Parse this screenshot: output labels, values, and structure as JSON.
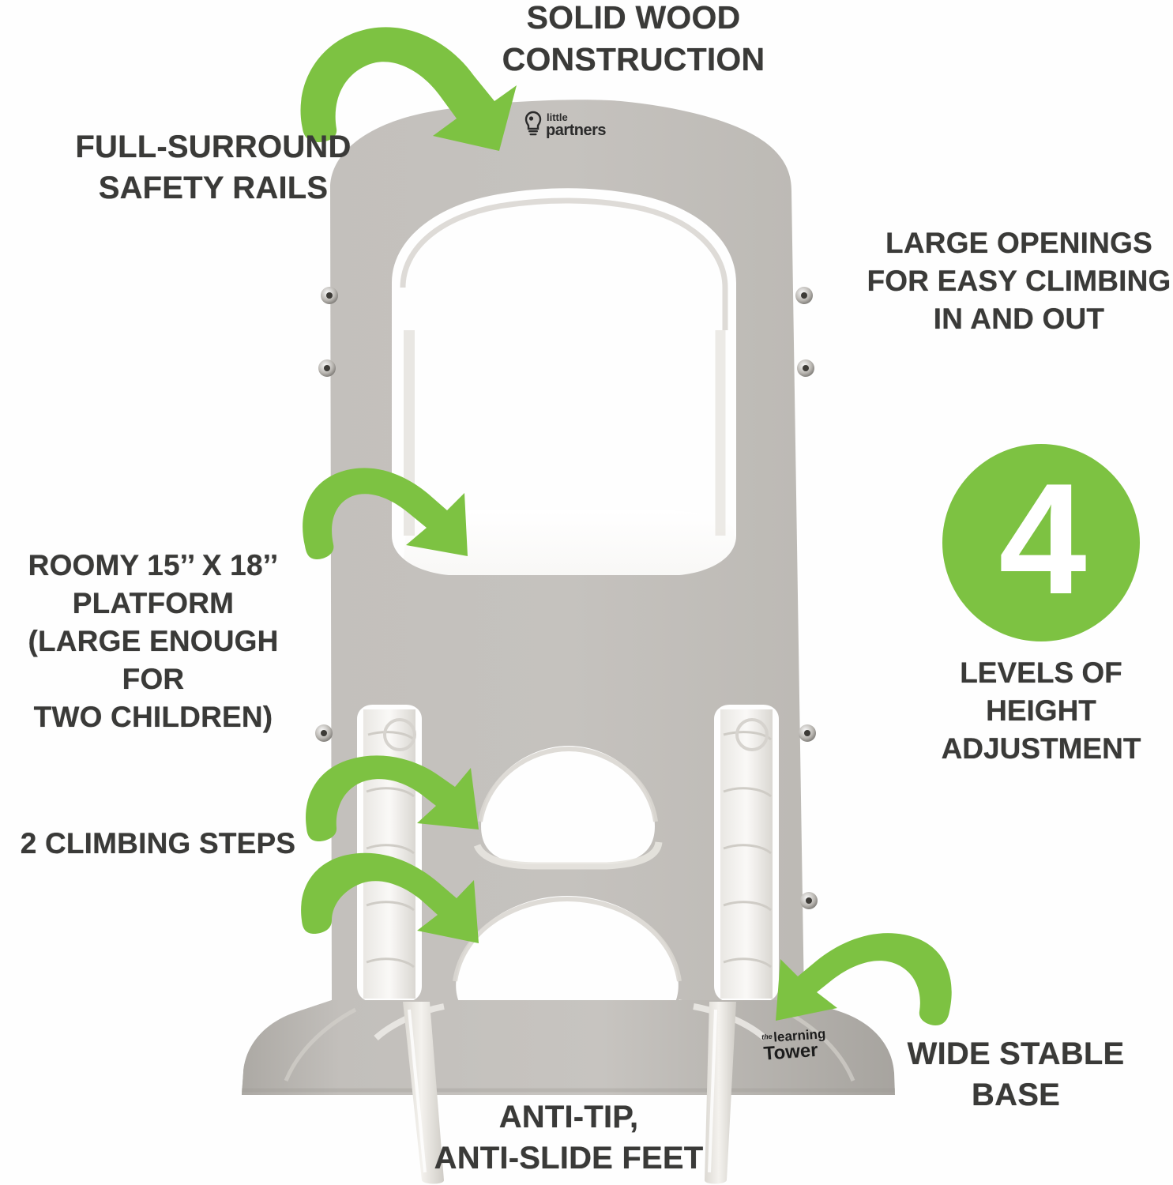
{
  "colors": {
    "accent_green": "#7DC242",
    "text_dark": "#3a3a38",
    "panel_gray": "#BFBCB8",
    "panel_gray_dark": "#A9A6A1",
    "platform_white": "#F6F5F3",
    "background": "#FEFEFE"
  },
  "callouts": {
    "solid_wood": "SOLID WOOD\nCONSTRUCTION",
    "safety_rails": "FULL-SURROUND\nSAFETY RAILS",
    "large_openings": "LARGE OPENINGS\nFOR EASY CLIMBING\nIN AND OUT",
    "roomy_platform": "ROOMY 15’’ X 18’’\nPLATFORM\n(LARGE ENOUGH FOR\nTWO CHILDREN)",
    "climbing_steps": "2 CLIMBING STEPS",
    "anti_tip": "ANTI-TIP,\nANTI-SLIDE FEET",
    "wide_base": "WIDE STABLE\nBASE"
  },
  "badge": {
    "number": "4",
    "label": "LEVELS OF\nHEIGHT\nADJUSTMENT"
  },
  "logos": {
    "brand_top_line1": "little",
    "brand_top_line2": "partners",
    "brand_bottom_line1": "the learning",
    "brand_bottom_line2": "Tower"
  },
  "product": {
    "name": "Little Partners The Learning Tower",
    "parts": [
      "full-surround safety rails",
      "arch top opening",
      "white standing platform",
      "adjustable height notch rails",
      "upper climbing step opening",
      "lower climbing step opening",
      "wide flared base",
      "anti-slide feet"
    ]
  },
  "arrows": [
    {
      "name": "arrow-to-solid-wood",
      "direction": "down-right"
    },
    {
      "name": "arrow-to-platform",
      "direction": "right-down"
    },
    {
      "name": "arrow-to-upper-step",
      "direction": "right"
    },
    {
      "name": "arrow-to-lower-step",
      "direction": "right-down"
    },
    {
      "name": "arrow-to-base",
      "direction": "left-down"
    }
  ]
}
